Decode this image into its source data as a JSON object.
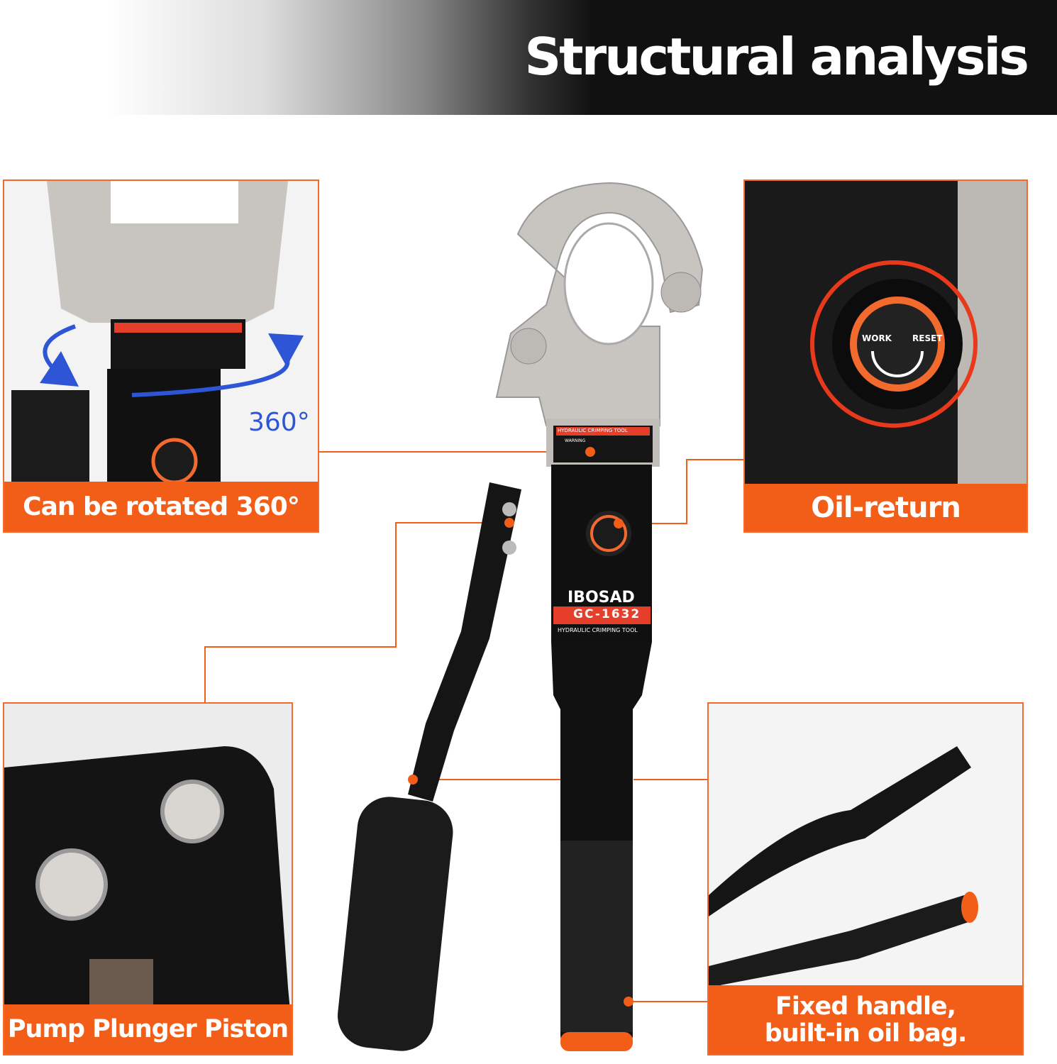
{
  "header": {
    "title": "Structural analysis"
  },
  "colors": {
    "accent": "#f25d17",
    "rotate_arrow": "#2e55d6",
    "body": "#111111",
    "steel": "#c9c6c2"
  },
  "panels": {
    "rotation": {
      "label": "Can be rotated 360°",
      "degree": "360°"
    },
    "oil_return": {
      "label": "Oil-return",
      "knob_work": "WORK",
      "knob_reset": "RESET"
    },
    "pump": {
      "label": "Pump Plunger Piston"
    },
    "handle": {
      "label_line1": "Fixed handle,",
      "label_line2": "built-in oil bag."
    }
  },
  "tool": {
    "brand": "IBOSAD",
    "model": "GC-1632",
    "body_text": "HYDRAULIC CRIMPING TOOL",
    "sticker_title": "HYDRAULIC CRIMPING TOOL",
    "sticker_warning": "WARNING"
  }
}
